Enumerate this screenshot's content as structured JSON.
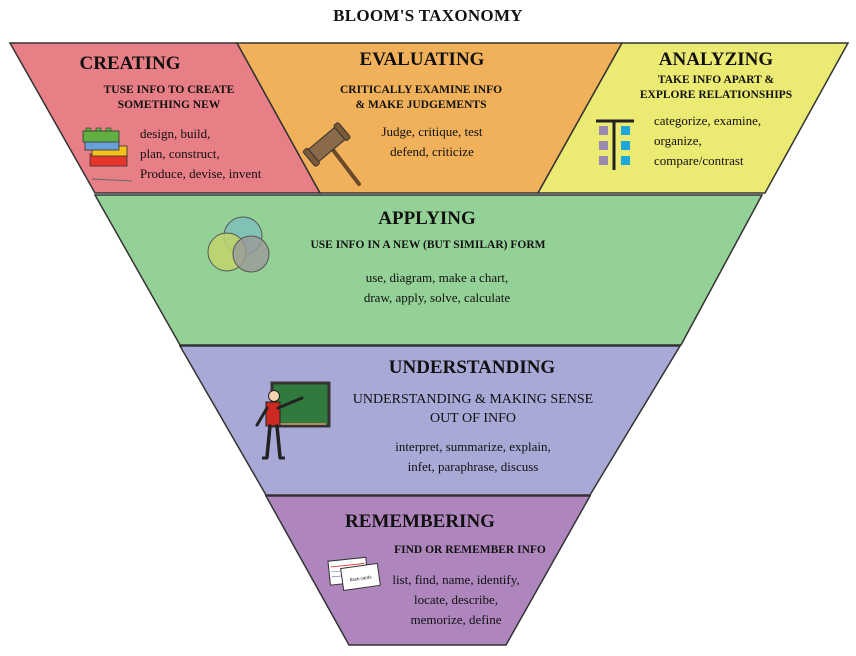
{
  "title": "BLOOM'S TAXONOMY",
  "colors": {
    "creating": "#e87f86",
    "evaluating": "#f0b15a",
    "analyzing": "#ebea72",
    "applying": "#94d197",
    "understanding": "#a8a9d6",
    "remembering": "#ae86bd"
  },
  "levels": {
    "creating": {
      "heading": "CREATING",
      "description": [
        "TUSE INFO TO CREATE",
        "SOMETHING NEW"
      ],
      "verbs": [
        "design, build,",
        "plan, construct,",
        "Produce, devise, invent"
      ],
      "icon": "lego-bricks-icon"
    },
    "evaluating": {
      "heading": "EVALUATING",
      "description": [
        "CRITICALLY EXAMINE INFO",
        "& MAKE JUDGEMENTS"
      ],
      "verbs": [
        "Judge, critique, test",
        "defend, criticize"
      ],
      "icon": "gavel-icon"
    },
    "analyzing": {
      "heading": "ANALYZING",
      "description": [
        "TAKE INFO APART &",
        "EXPLORE RELATIONSHIPS"
      ],
      "verbs": [
        "categorize, examine,",
        "organize,",
        "compare/contrast"
      ],
      "icon": "sorting-chart-icon"
    },
    "applying": {
      "heading": "APPLYING",
      "description": [
        "USE INFO IN A NEW (BUT SIMILAR) FORM"
      ],
      "verbs": [
        "use, diagram, make a chart,",
        "draw, apply, solve, calculate"
      ],
      "icon": "venn-diagram-icon"
    },
    "understanding": {
      "heading": "UNDERSTANDING",
      "description": [
        "UNDERSTANDING & MAKING SENSE",
        "OUT OF INFO"
      ],
      "verbs": [
        "interpret, summarize, explain,",
        "infet, paraphrase, discuss"
      ],
      "icon": "teacher-blackboard-icon"
    },
    "remembering": {
      "heading": "REMEMBERING",
      "description": [
        "FIND OR REMEMBER INFO"
      ],
      "verbs": [
        "list, find, name, identify,",
        "locate, describe,",
        "memorize, define"
      ],
      "icon": "flash-cards-icon",
      "card_text": "flash cards"
    }
  }
}
